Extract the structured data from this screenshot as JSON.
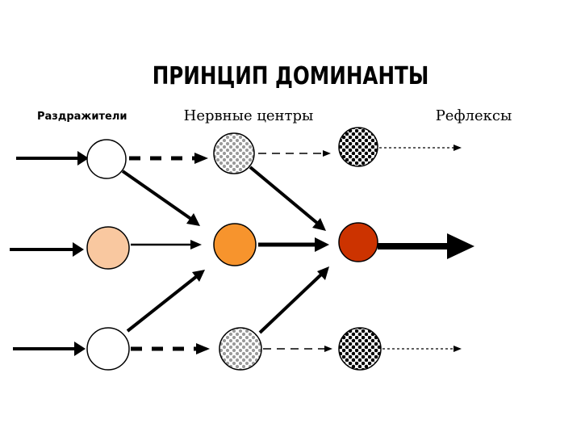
{
  "title": "ПРИНЦИП   ДОМИНАНТЫ",
  "column_labels": {
    "stimuli": "Раздражители",
    "nerve_centers": "Нервные  центры",
    "reflexes": "Рефлексы"
  },
  "colors": {
    "stroke": "#000000",
    "receptor_top": "#ffffff",
    "receptor_middle": "#f9c8a0",
    "receptor_bottom": "#ffffff",
    "center_middle": "#f7942d",
    "dominant_center": "#cc3300",
    "inhibited_center_pattern": "#9a9a9a",
    "inhibited_reflex_pattern": "#000000"
  }
}
